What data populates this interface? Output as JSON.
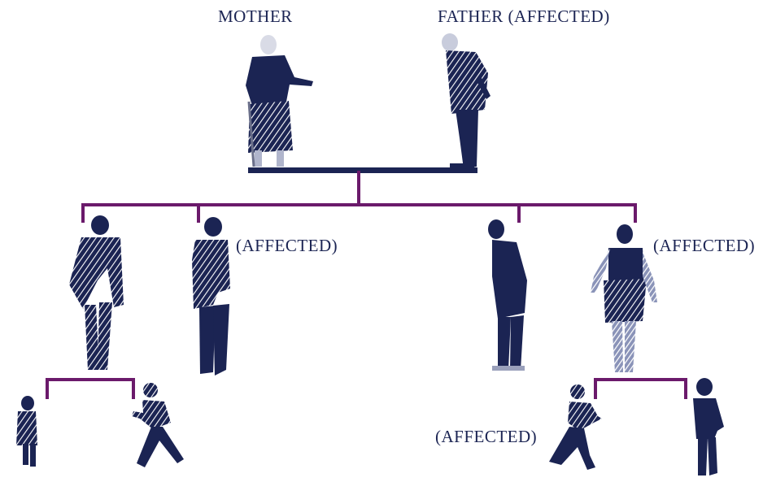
{
  "labels": {
    "mother": "MOTHER",
    "father": "FATHER (AFFECTED)",
    "son2": "(AFFECTED)",
    "daughter": "(AFFECTED)",
    "grandson_right": "(AFFECTED)"
  },
  "colors": {
    "figure": "#1b2453",
    "hatch": "#ffffff",
    "spouse_line": "#1b2453",
    "sibling_line": "#6b1a6b"
  },
  "people": [
    {
      "id": "mother",
      "icon": "elderly-woman-icon",
      "affected": false
    },
    {
      "id": "father",
      "icon": "elderly-man-icon",
      "affected": true
    },
    {
      "id": "son-1",
      "icon": "man-icon",
      "affected": false
    },
    {
      "id": "son-2",
      "icon": "man-icon",
      "affected": true
    },
    {
      "id": "son-in-law",
      "icon": "man-icon",
      "affected": false
    },
    {
      "id": "daughter",
      "icon": "woman-icon",
      "affected": true
    },
    {
      "id": "granddaughter",
      "icon": "girl-icon",
      "affected": false
    },
    {
      "id": "grandson-left",
      "icon": "boy-icon",
      "affected": false
    },
    {
      "id": "grandson-right",
      "icon": "boy-icon",
      "affected": true
    },
    {
      "id": "grandson-far-right",
      "icon": "boy-icon",
      "affected": false
    }
  ]
}
